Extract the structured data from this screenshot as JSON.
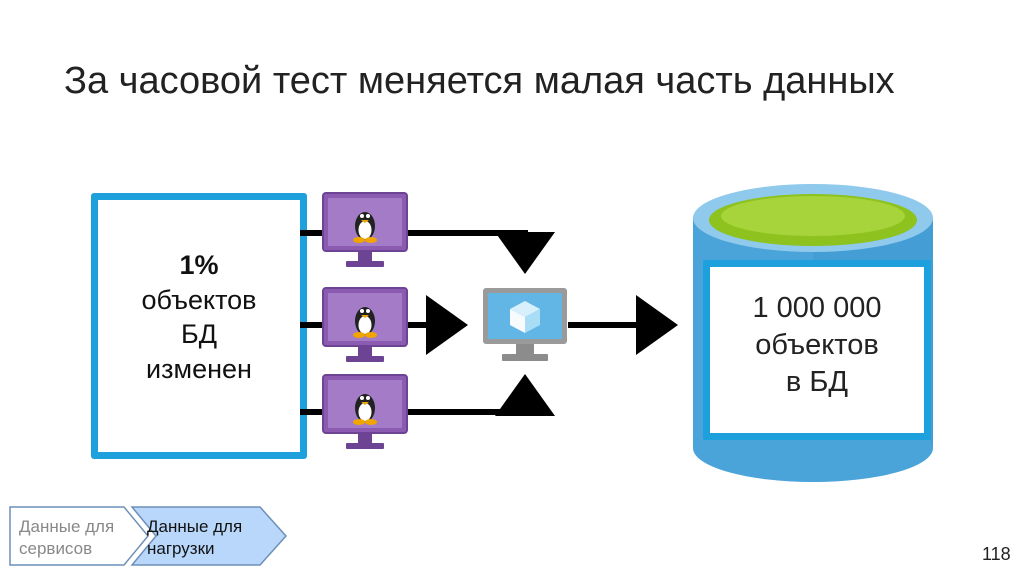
{
  "title": "За часовой тест меняется малая часть данных",
  "left_box": {
    "percent": "1%",
    "line2": "объектов",
    "line3": "БД",
    "line4": "изменен"
  },
  "database": {
    "line1": "1 000 000",
    "line2": "объектов",
    "line3": "в БД"
  },
  "breadcrumbs": [
    {
      "line1": "Данные для",
      "line2": "сервисов",
      "active": false
    },
    {
      "line1": "Данные для",
      "line2": "нагрузки",
      "active": true
    }
  ],
  "page_number": "118",
  "colors": {
    "accent_blue": "#1ea0dc",
    "monitor_purple": "#8a5bb0",
    "db_green": "#8dc21f",
    "active_crumb": "#b9d7fb"
  },
  "icons": [
    "linux-vm-icon",
    "linux-vm-icon",
    "linux-vm-icon",
    "azure-vm-icon",
    "database-cylinder-icon"
  ]
}
